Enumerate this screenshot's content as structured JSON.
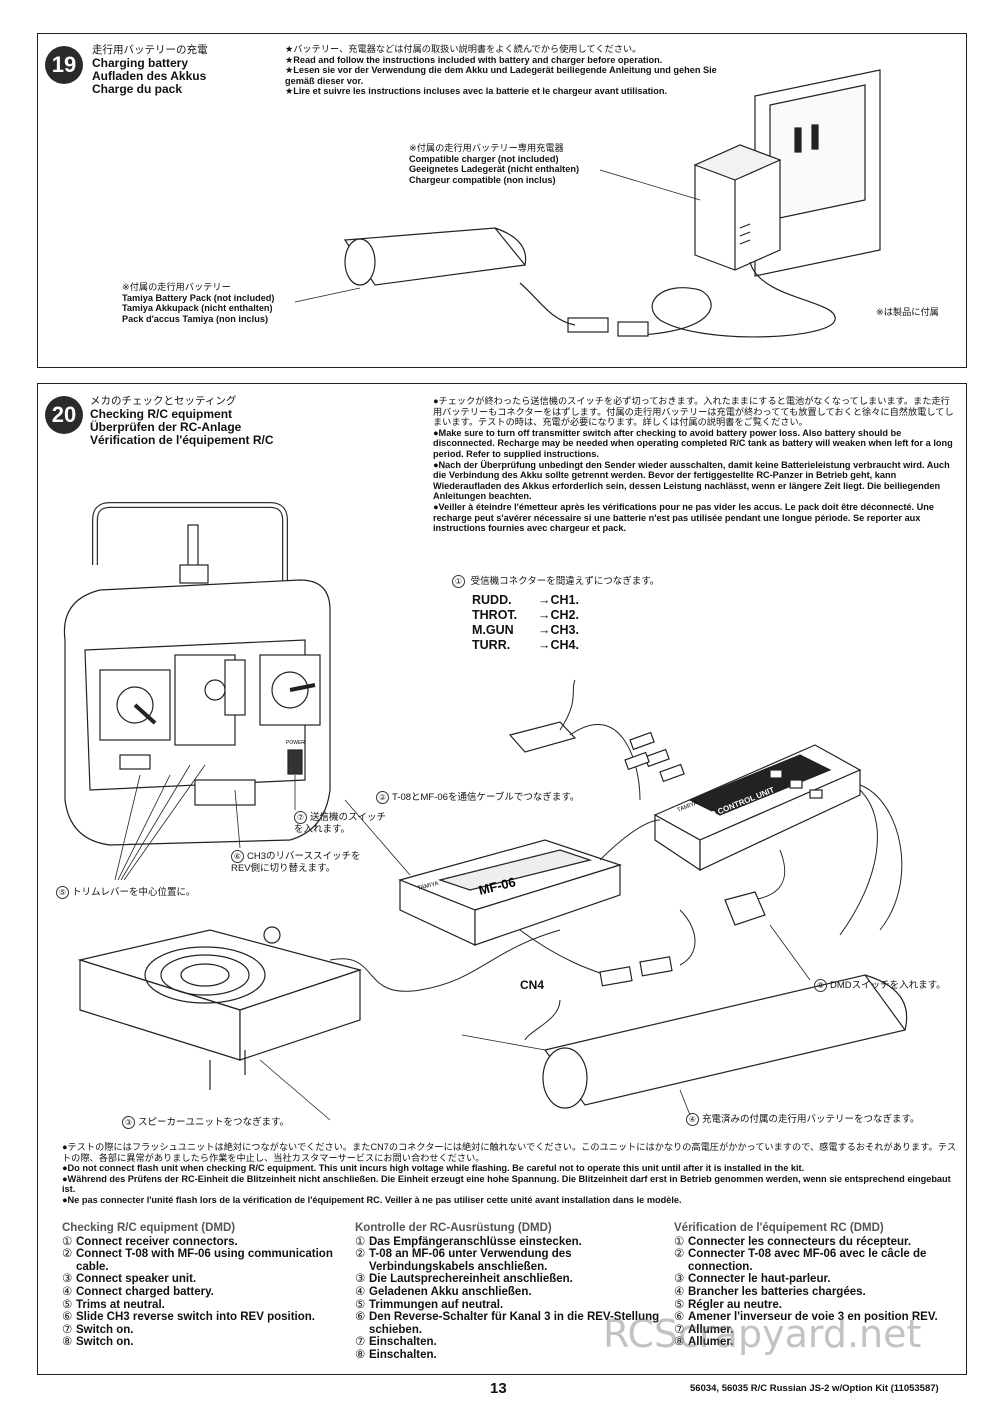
{
  "step19": {
    "number": "19",
    "title_jp": "走行用バッテリーの充電",
    "title_en": "Charging battery",
    "title_de": "Aufladen des Akkus",
    "title_fr": "Charge du pack",
    "notes": [
      "★バッテリー、充電器などは付属の取扱い説明書をよく読んでから使用してください。",
      "★Read and follow the instructions included with battery and charger before operation.",
      "★Lesen sie vor der Verwendung die dem Akku und Ladegerät beiliegende Anleitung und gehen Sie gemäß dieser vor.",
      "★Lire et suivre les instructions incluses avec la batterie et le chargeur avant utilisation."
    ],
    "charger_label": {
      "jp": "※付属の走行用バッテリー専用充電器",
      "en": "Compatible charger (not included)",
      "de": "Geeignetes Ladegerät (nicht enthalten)",
      "fr": "Chargeur compatible (non inclus)"
    },
    "battery_label": {
      "jp": "※付属の走行用バッテリー",
      "en": "Tamiya Battery Pack (not included)",
      "de": "Tamiya Akkupack (nicht enthalten)",
      "fr": "Pack d'accus Tamiya (non inclus)"
    },
    "side_note": "※は製品に付属"
  },
  "step20": {
    "number": "20",
    "title_jp": "メカのチェックとセッティング",
    "title_en": "Checking R/C equipment",
    "title_de": "Überprüfen der RC-Anlage",
    "title_fr": "Vérification de l'équipement R/C",
    "notes": [
      "●チェックが終わったら送信機のスイッチを必ず切っておきます。入れたままにすると電池がなくなってしまいます。また走行用バッテリーもコネクターをはずします。付属の走行用バッテリーは充電が終わってても放置しておくと徐々に自然放電してしまいます。テストの時は、充電が必要になります。詳しくは付属の説明書をご覧ください。",
      "●Make sure to turn off transmitter switch after checking to avoid battery power loss. Also battery should be disconnected. Recharge may be needed when operating completed R/C tank as battery will weaken when left for a long period. Refer to supplied instructions.",
      "●Nach der Überprüfung unbedingt den Sender wieder ausschalten, damit keine Batterieleistung verbraucht wird. Auch die Verbindung des Akku sollte getrennt werden. Bevor der fertiggestellte RC-Panzer in Betrieb geht, kann Wiederaufladen des Akkus erforderlich sein, dessen Leistung nachlässt, wenn er längere Zeit liegt. Die beiliegenden Anleitungen beachten.",
      "●Veiller à éteindre l'émetteur après les vérifications pour ne pas vider les accus. Le pack doit être déconnecté. Une recharge peut s'avérer nécessaire si une batterie n'est pas utilisée pendant une longue période. Se reporter aux instructions fournies avec chargeur et pack."
    ],
    "connector_instruction": "受信機コネクターを間違えずにつなぎます。",
    "channel_map": [
      {
        "from": "RUDD.",
        "to": "→CH1."
      },
      {
        "from": "THROT.",
        "to": "→CH2."
      },
      {
        "from": "M.GUN",
        "to": "→CH3."
      },
      {
        "from": "TURR.",
        "to": "→CH4."
      }
    ],
    "callouts": {
      "c1": "①",
      "c2": "②",
      "c2_text": "T-08とMF-06を通信ケーブルでつなぎます。",
      "c3": "③",
      "c3_text": "スピーカーユニットをつなぎます。",
      "c4": "④",
      "c4_text": "充電済みの付属の走行用バッテリーをつなぎます。",
      "c5": "⑤",
      "c5_text": "トリムレバーを中心位置に。",
      "c6": "⑥",
      "c6_text": "CH3のリバーススイッチをREV側に切り替えます。",
      "c7": "⑦",
      "c7_text": "送信機のスイッチを入れます。",
      "c8": "⑧",
      "c8_text": "DMDスイッチを入れます。"
    },
    "part_labels": {
      "cn4": "CN4",
      "mf06": "MF-06",
      "dmd": "DMD CONTROL UNIT",
      "tamiya": "TAMIYA",
      "power": "POWER"
    },
    "warnings": [
      "●テストの際にはフラッシュユニットは絶対につながないでください。またCN7のコネクターには絶対に触れないでください。このユニットにはかなりの高電圧がかかっていますので、感電するおそれがあります。テストの際、各部に異常がありましたら作業を中止し、当社カスタマーサービスにお問い合わせください。",
      "●Do not connect flash unit when checking R/C equipment. This unit incurs high voltage while flashing. Be careful not to operate this unit until after it is installed in the kit.",
      "●Während des Prüfens der RC-Einheit die Blitzeinheit nicht anschließen. Die Einheit erzeugt eine hohe Spannung. Die Blitzeinheit darf erst in Betrieb genommen werden, wenn sie entsprechend eingebaut ist.",
      "●Ne pas connecter l'unité flash lors de la vérification de l'équipement RC. Veiller à ne pas utiliser cette unité avant installation dans le modèle."
    ],
    "columns": [
      {
        "heading": "Checking R/C equipment (DMD)",
        "items": [
          {
            "n": "①",
            "t": "Connect receiver connectors."
          },
          {
            "n": "②",
            "t": "Connect T-08 with MF-06 using communication cable."
          },
          {
            "n": "③",
            "t": "Connect speaker unit."
          },
          {
            "n": "④",
            "t": "Connect charged battery."
          },
          {
            "n": "⑤",
            "t": "Trims at neutral."
          },
          {
            "n": "⑥",
            "t": "Slide CH3 reverse switch into REV position."
          },
          {
            "n": "⑦",
            "t": "Switch on."
          },
          {
            "n": "⑧",
            "t": "Switch on."
          }
        ]
      },
      {
        "heading": "Kontrolle der RC-Ausrüstung (DMD)",
        "items": [
          {
            "n": "①",
            "t": "Das Empfängeranschlüsse einstecken."
          },
          {
            "n": "②",
            "t": "T-08 an MF-06 unter Verwendung des Verbindungskabels anschließen."
          },
          {
            "n": "③",
            "t": "Die Lautsprechereinheit anschließen."
          },
          {
            "n": "④",
            "t": "Geladenen Akku anschließen."
          },
          {
            "n": "⑤",
            "t": "Trimmungen auf neutral."
          },
          {
            "n": "⑥",
            "t": "Den Reverse-Schalter für Kanal 3 in die REV-Stellung schieben."
          },
          {
            "n": "⑦",
            "t": "Einschalten."
          },
          {
            "n": "⑧",
            "t": "Einschalten."
          }
        ]
      },
      {
        "heading": "Vérification de l'équipement RC (DMD)",
        "items": [
          {
            "n": "①",
            "t": "Connecter les connecteurs du récepteur."
          },
          {
            "n": "②",
            "t": "Connecter T-08 avec MF-06 avec le câcle de connection."
          },
          {
            "n": "③",
            "t": "Connecter le haut-parleur."
          },
          {
            "n": "④",
            "t": "Brancher les batteries chargées."
          },
          {
            "n": "⑤",
            "t": "Régler au neutre."
          },
          {
            "n": "⑥",
            "t": "Amener l'inverseur de voie 3 en position REV."
          },
          {
            "n": "⑦",
            "t": "Allumer."
          },
          {
            "n": "⑧",
            "t": "Allumer."
          }
        ]
      }
    ]
  },
  "footer": {
    "page": "13",
    "model": "56034, 56035  R/C Russian JS-2 w/Option Kit (11053587)"
  },
  "watermark": "RCScrapyard.net"
}
